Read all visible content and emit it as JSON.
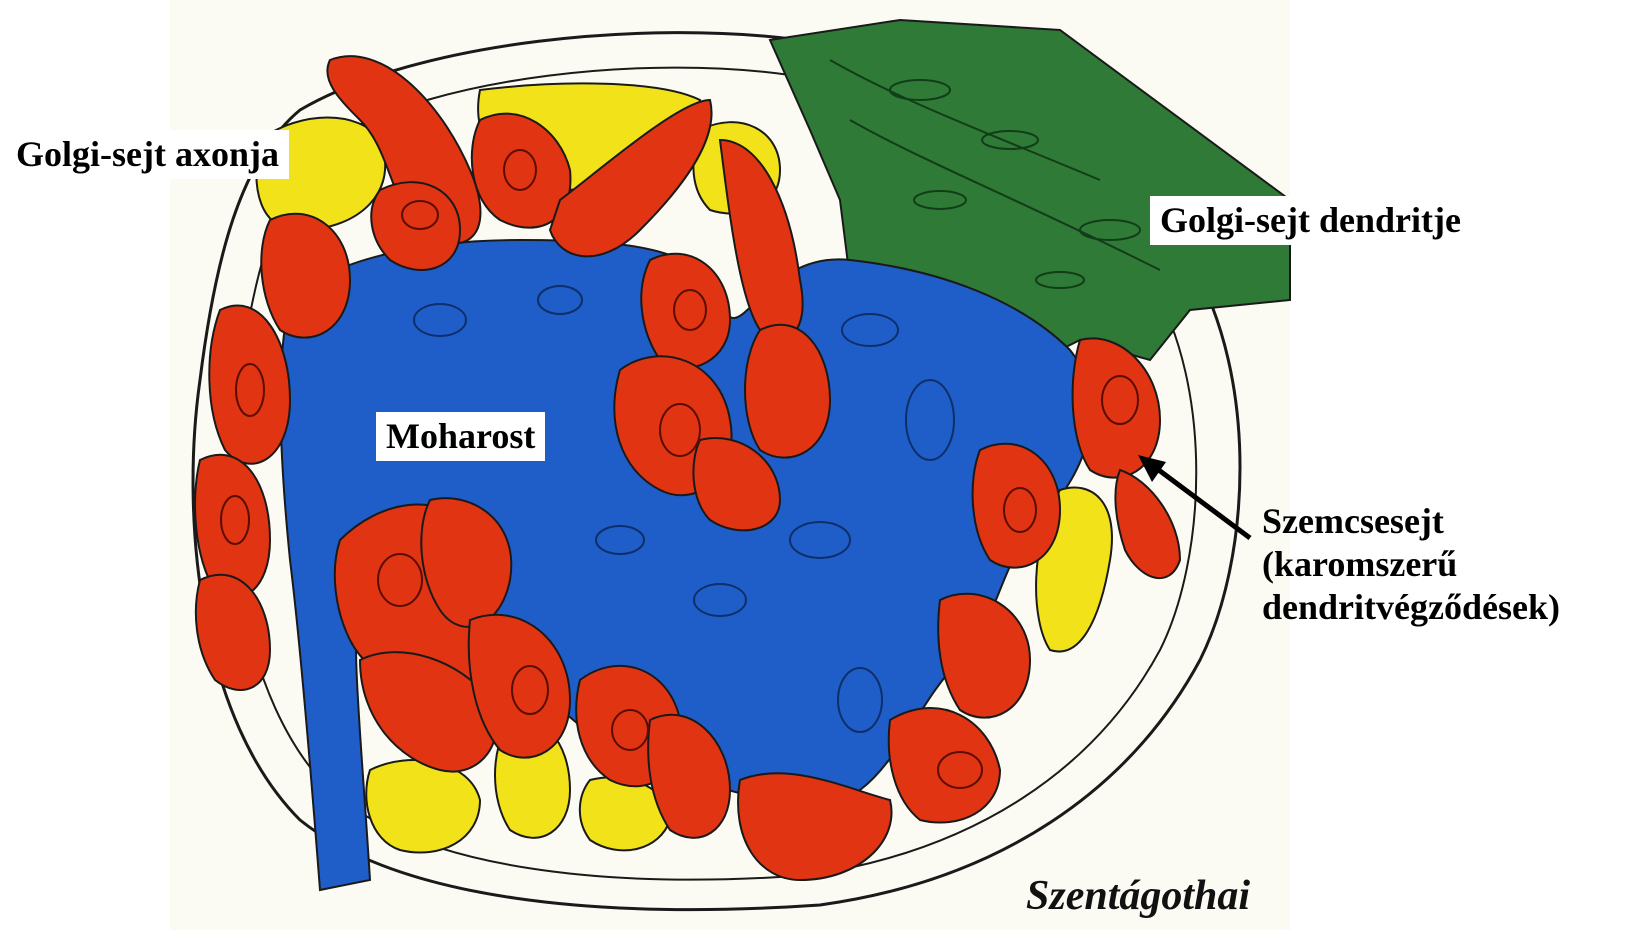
{
  "labels": {
    "golgi_axon": "Golgi-sejt axonja",
    "golgi_dendrite": "Golgi-sejt dendritje",
    "mossy_fiber": "Moharost",
    "granule_line1": "Szemcsesejt",
    "granule_line2": "(karomszerű",
    "granule_line3": "dendritvégződések)"
  },
  "credit": "Szentágothai",
  "colors": {
    "background": "#fbfbf4",
    "mossy_fiber": "#1f5ec8",
    "granule_dendrite": "#e03412",
    "golgi_axon": "#f2e21a",
    "golgi_dendrite": "#2f7a36",
    "outline": "#1a1a1a"
  }
}
